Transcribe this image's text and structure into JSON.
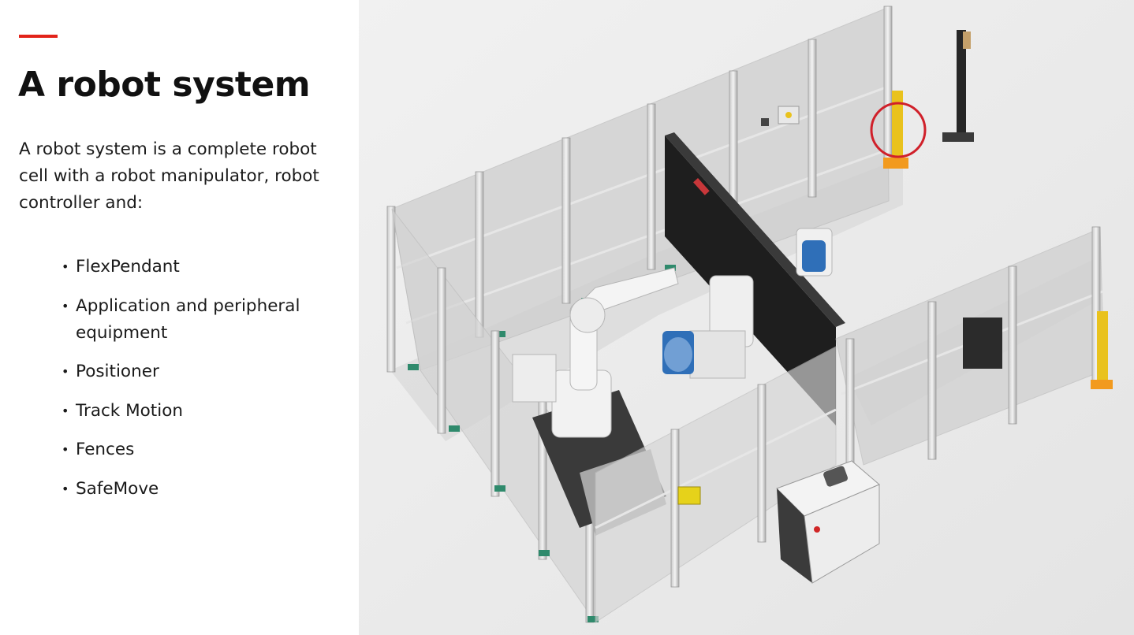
{
  "slide": {
    "title": "A robot system",
    "accent_color": "#e2231a",
    "intro": "A robot system is a complete robot cell with a robot manipulator, robot controller and:",
    "bullets": [
      "FlexPendant",
      "Application and peripheral equipment",
      "Positioner",
      "Track Motion",
      "Fences",
      "SafeMove"
    ]
  },
  "illustration": {
    "subject": "robot-cell-3d-render",
    "highlight_color": "#d0202a"
  }
}
